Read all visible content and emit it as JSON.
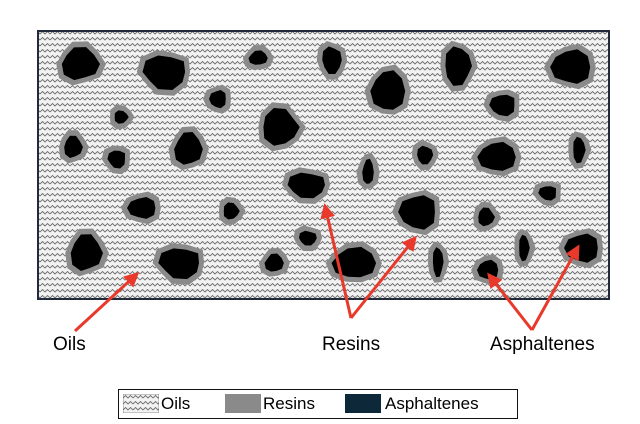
{
  "labels": {
    "oils": "Oils",
    "resins": "Resins",
    "asphaltenes": "Asphaltenes"
  },
  "legend": {
    "items": [
      {
        "label": "Oils",
        "swatch": "oils-pattern"
      },
      {
        "label": "Resins",
        "swatch": "resins-solid"
      },
      {
        "label": "Asphaltenes",
        "swatch": "asphaltenes-solid"
      }
    ]
  },
  "colors": {
    "oils_background": "#f2f2f2",
    "oils_pattern_line": "#6e6e6e",
    "resins": "#8a8a8a",
    "asphaltene_core": "#000000",
    "asphaltene_legend": "#0d2838",
    "arrow": "#e8392b",
    "border": "#202a3a"
  }
}
